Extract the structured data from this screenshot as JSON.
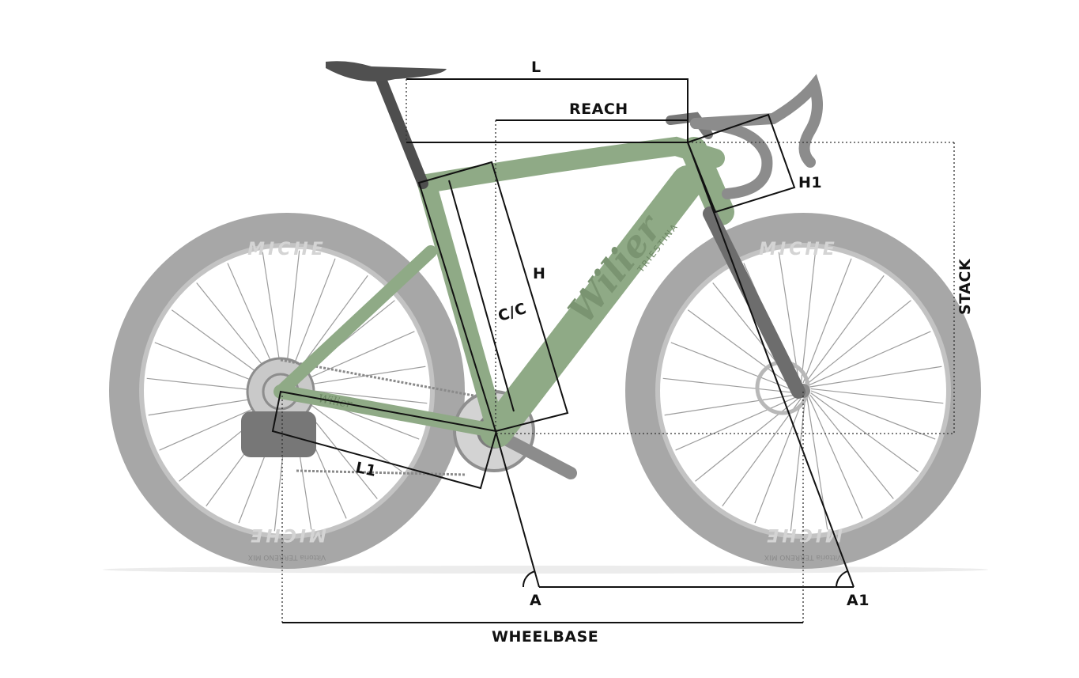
{
  "labels": {
    "L": "L",
    "reach": "REACH",
    "h1": "H1",
    "h": "H",
    "cc": "C/C",
    "stack": "STACK",
    "l1": "L1",
    "a": "A",
    "a1": "A1",
    "wheelbase": "WHEELBASE"
  },
  "brand_text": {
    "rim_brand": "MICHE",
    "tire_model": "Vittoria TERRENO MIX",
    "downtube_logo": "Wilier",
    "downtube_sub": "TRIESTINA",
    "chainstay_logo": "Wilier"
  },
  "colors": {
    "frame": "#8faa86",
    "frame_dark": "#6f8a68",
    "wheel": "#a7a7a7",
    "components": "#9a9a9a",
    "lines": "#111111",
    "background": "#ffffff"
  }
}
